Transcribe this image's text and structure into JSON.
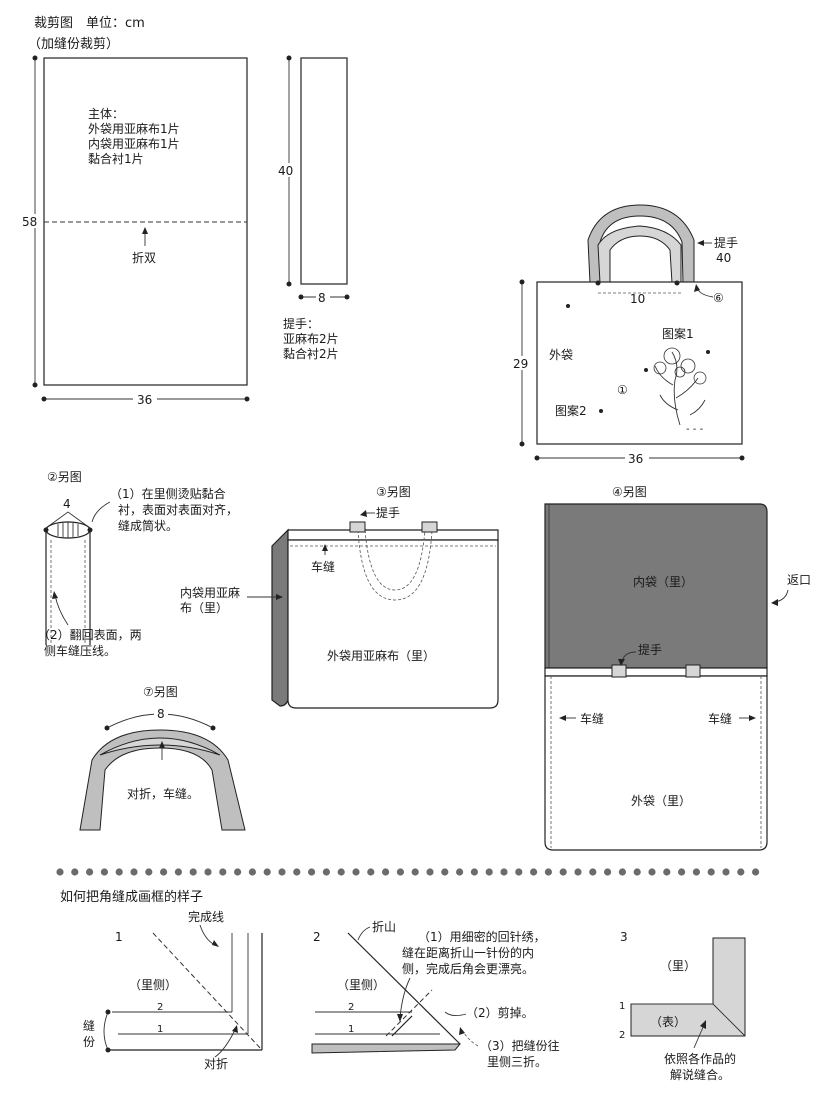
{
  "header": {
    "title": "裁剪图　单位：cm",
    "subtitle": "（加缝份裁剪）"
  },
  "cutting": {
    "body_label_1": "主体：",
    "body_label_2": "外袋用亚麻布1片",
    "body_label_3": "内袋用亚麻布1片",
    "body_label_4": "黏合衬1片",
    "fold_label": "折双",
    "body_height": "58",
    "body_width": "36",
    "handle_height": "40",
    "handle_width": "8",
    "handle_label_1": "提手：",
    "handle_label_2": "亚麻布2片",
    "handle_label_3": "黏合衬2片"
  },
  "finished": {
    "handle_label": "提手",
    "handle_len": "40",
    "handle_gap": "10",
    "step6": "⑥",
    "pattern1": "图案1",
    "pattern2": "图案2",
    "outer": "外袋",
    "step1": "①",
    "height": "29",
    "width": "36"
  },
  "step2": {
    "title": "②另图",
    "dim": "4",
    "note1_a": "（1）在里侧烫贴黏合",
    "note1_b": "衬，表面对表面对齐，",
    "note1_c": "缝成筒状。",
    "note2_a": "（2）翻回表面，两",
    "note2_b": "侧车缝压线。"
  },
  "step3": {
    "title": "③另图",
    "handle": "提手",
    "stitch": "车缝",
    "inner_a": "内袋用亚麻",
    "inner_b": "布（里）",
    "outer": "外袋用亚麻布（里）"
  },
  "step4": {
    "title": "④另图",
    "inner": "内袋（里）",
    "return": "返口",
    "handle": "提手",
    "stitch_left": "车缝",
    "stitch_right": "车缝",
    "outer": "外袋（里）"
  },
  "step7": {
    "title": "⑦另图",
    "dim": "8",
    "note": "对折，车缝。"
  },
  "corner": {
    "heading": "如何把角缝成画框的样子",
    "n1": "1",
    "n2": "2",
    "n3": "3",
    "finish_line": "完成线",
    "inside1": "（里侧）",
    "seam_a": "缝",
    "seam_b": "份",
    "fold_half": "对折",
    "line1": "1",
    "line2": "2",
    "fold_mtn": "折山",
    "inside2": "（里侧）",
    "s2_note1_a": "（1）用细密的回针绣，",
    "s2_note1_b": "缝在距离折山一针份的内",
    "s2_note1_c": "侧，完成后角会更漂亮。",
    "s2_note2": "（2）剪掉。",
    "s2_note3_a": "（3）把缝份往",
    "s2_note3_b": "里侧三折。",
    "s2_line1": "1",
    "s2_line2": "2",
    "back_side": "（里）",
    "front_side": "（表）",
    "s3_line1": "1",
    "s3_line2": "2",
    "s3_note_a": "依照各作品的",
    "s3_note_b": "解说缝合。"
  },
  "colors": {
    "dark_panel": "#7a7a7a",
    "handle_gray": "#bfbfbf",
    "light_gray": "#d6d6d6"
  }
}
